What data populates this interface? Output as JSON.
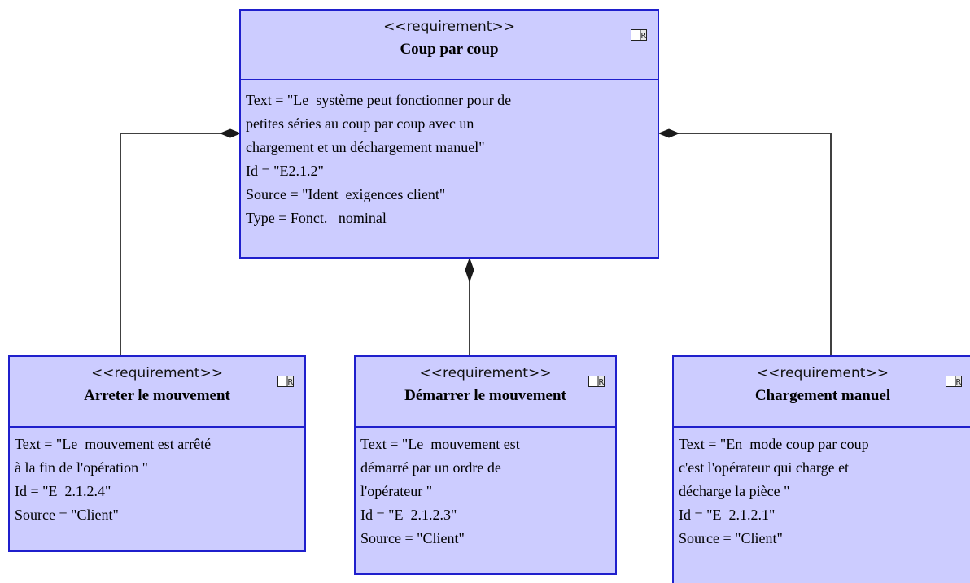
{
  "colors": {
    "box_fill": "#ccccff",
    "box_border": "#1f1fcc",
    "connector": "#404040"
  },
  "requirements": [
    {
      "stereotype": "<<requirement>>",
      "name": "Coup par coup",
      "icon": "requirement-icon",
      "text_lines": [
        "Text = \"Le  système peut fonctionner pour de",
        "petites séries au coup par coup avec un",
        "chargement et un déchargement manuel\""
      ],
      "id": "Id = \"E2.1.2\"",
      "source": "Source = \"Ident  exigences client\"",
      "type": "Type = Fonct.   nominal"
    },
    {
      "stereotype": "<<requirement>>",
      "name": "Arreter le mouvement",
      "icon": "requirement-icon",
      "text_lines": [
        "Text = \"Le  mouvement est arrêté",
        "à la fin de l'opération \""
      ],
      "id": "Id = \"E  2.1.2.4\"",
      "source": "Source = \"Client\""
    },
    {
      "stereotype": "<<requirement>>",
      "name": "Démarrer le mouvement",
      "icon": "requirement-icon",
      "text_lines": [
        "Text = \"Le  mouvement est",
        "démarré par un ordre de",
        "l'opérateur \""
      ],
      "id": "Id = \"E  2.1.2.3\"",
      "source": "Source = \"Client\""
    },
    {
      "stereotype": "<<requirement>>",
      "name": "Chargement manuel",
      "icon": "requirement-icon",
      "text_lines": [
        "Text = \"En  mode coup par coup",
        "c'est l'opérateur qui charge et",
        "décharge la pièce \""
      ],
      "id": "Id = \"E  2.1.2.1\"",
      "source": "Source = \"Client\""
    }
  ],
  "relationships": [
    {
      "kind": "containment",
      "parent": "Coup par coup",
      "child": "Arreter le mouvement"
    },
    {
      "kind": "containment",
      "parent": "Coup par coup",
      "child": "Démarrer le mouvement"
    },
    {
      "kind": "containment",
      "parent": "Coup par coup",
      "child": "Chargement manuel"
    }
  ]
}
